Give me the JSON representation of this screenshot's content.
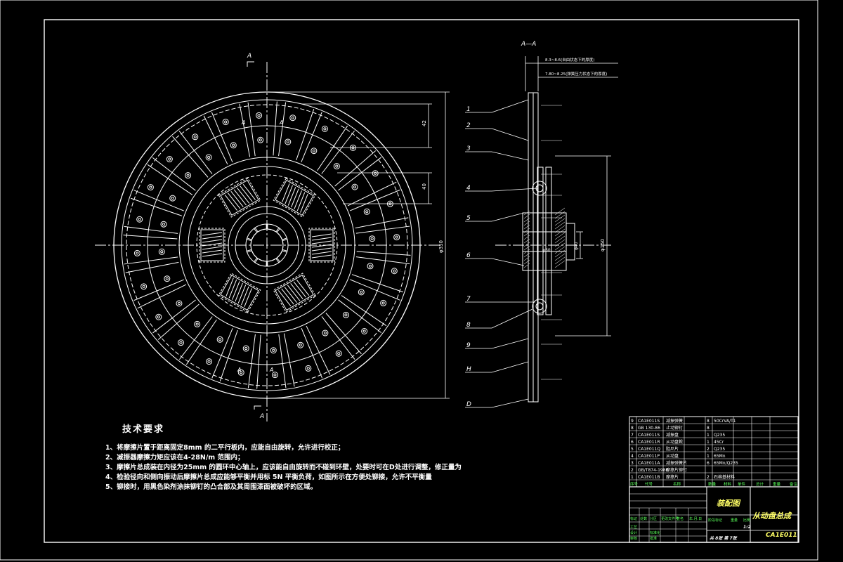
{
  "section_label": "A—A",
  "cut_marks": [
    "A",
    "A"
  ],
  "detail_marks": [
    "A",
    "A",
    "A",
    "A"
  ],
  "dimensions": {
    "left_width": "42",
    "right_width": "40",
    "outer_diameter": "φ350",
    "spline_diameter": "φ60",
    "spline_dim": "φ40",
    "hub_diameter": "φ150",
    "thickness_a": "8.3~8.6(自由状态下的厚度)",
    "thickness_b": "7.80~8.25(弹簧压力状态下的厚度)"
  },
  "callouts": [
    "1",
    "2",
    "3",
    "4",
    "5",
    "6",
    "7",
    "8",
    "9",
    "H",
    "D"
  ],
  "tech": {
    "title": "技术要求",
    "lines": [
      "1、将摩擦片置于距离固定8mm  的二平行板内，应能自由旋转，允许进行校正；",
      "2、减振器摩擦力矩应该在4-28N/m  范围内；",
      "3、摩擦片总成装在内径为25mm   的圆环中心轴上，应该能自由旋转而不碰到环壁，处要时可在D处进行调整，修正量为",
      "4、检验径向和侧向振动后摩擦片总成应能够平衡并用标  5N   平衡负荷，如图所示在方便处铆接，允许不平衡量",
      "5、铆接时，用黑色染剂涂抹铆钉的凸合部及其周围漆面被破坏的区域。"
    ]
  },
  "bom": {
    "rows": [
      {
        "no": "9",
        "code": "CA1E011S",
        "name": "减振弹簧",
        "qty": "8",
        "material": "50CrVA/T1"
      },
      {
        "no": "8",
        "code": "GB 130-86",
        "name": "止动铆钉",
        "qty": "8",
        "material": ""
      },
      {
        "no": "7",
        "code": "CA1E011S",
        "name": "减振盘",
        "qty": "1",
        "material": "Q235"
      },
      {
        "no": "6",
        "code": "CA1E011R",
        "name": "从动盘毂",
        "qty": "1",
        "material": "45Cr"
      },
      {
        "no": "5",
        "code": "CA1E011Q",
        "name": "阻尼片",
        "qty": "2",
        "material": "Q235"
      },
      {
        "no": "4",
        "code": "CA1E011P",
        "name": "从动盘",
        "qty": "1",
        "material": "65Mn"
      },
      {
        "no": "3",
        "code": "CA1E011A",
        "name": "减振弹簧片",
        "qty": "6",
        "material": "65Mn/Q235"
      },
      {
        "no": "2",
        "code": "GB/T874-1986",
        "name": "摩擦片铆钉",
        "qty": "",
        "material": ""
      },
      {
        "no": "1",
        "code": "CA1E011B",
        "name": "摩擦片",
        "qty": "2",
        "material": "石棉基材料"
      }
    ],
    "headers": [
      "序号",
      "代号",
      "名称",
      "数量",
      "材料",
      "单件",
      "总计",
      "重量",
      "备注"
    ]
  },
  "title_block": {
    "drawing_type": "装配图",
    "part_name": "从动盘总成",
    "drawing_no": "CA1E011",
    "sheets": "共 8张  第 7张",
    "scale": "1:2",
    "labels": [
      "标记",
      "处数",
      "分区",
      "更改文件号",
      "签名",
      "年.月.日",
      "设计",
      "标准化",
      "审核",
      "工艺",
      "批准",
      "阶段标记",
      "重量",
      "比例"
    ]
  },
  "colors": {
    "line": "#ffffff",
    "hatch_dim": "#bdbdbd",
    "frame": "#ffffff",
    "green": "#5aff5a",
    "yellow": "#ffff66",
    "bg": "#000000"
  }
}
